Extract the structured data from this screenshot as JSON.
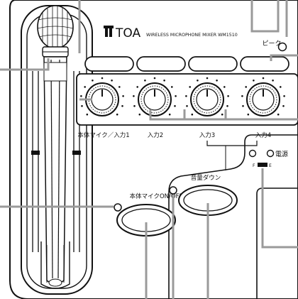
{
  "header": {
    "brand": "TOA",
    "model": "WIRELESS MICROPHONE MIXER WM1510"
  },
  "labels": {
    "peak": "ピーク",
    "mic_onoff": "本体マイクON/OFF",
    "volume_down": "音量ダウン",
    "power": "電源",
    "switch_f": "F",
    "switch_e": "E"
  },
  "knobs": [
    {
      "label": "本体マイク／入力1"
    },
    {
      "label": "入力2"
    },
    {
      "label": "入力3"
    },
    {
      "label": "入力4"
    }
  ],
  "colors": {
    "line": "#111111",
    "callout": "#9a9a9a",
    "background": "#ffffff"
  }
}
